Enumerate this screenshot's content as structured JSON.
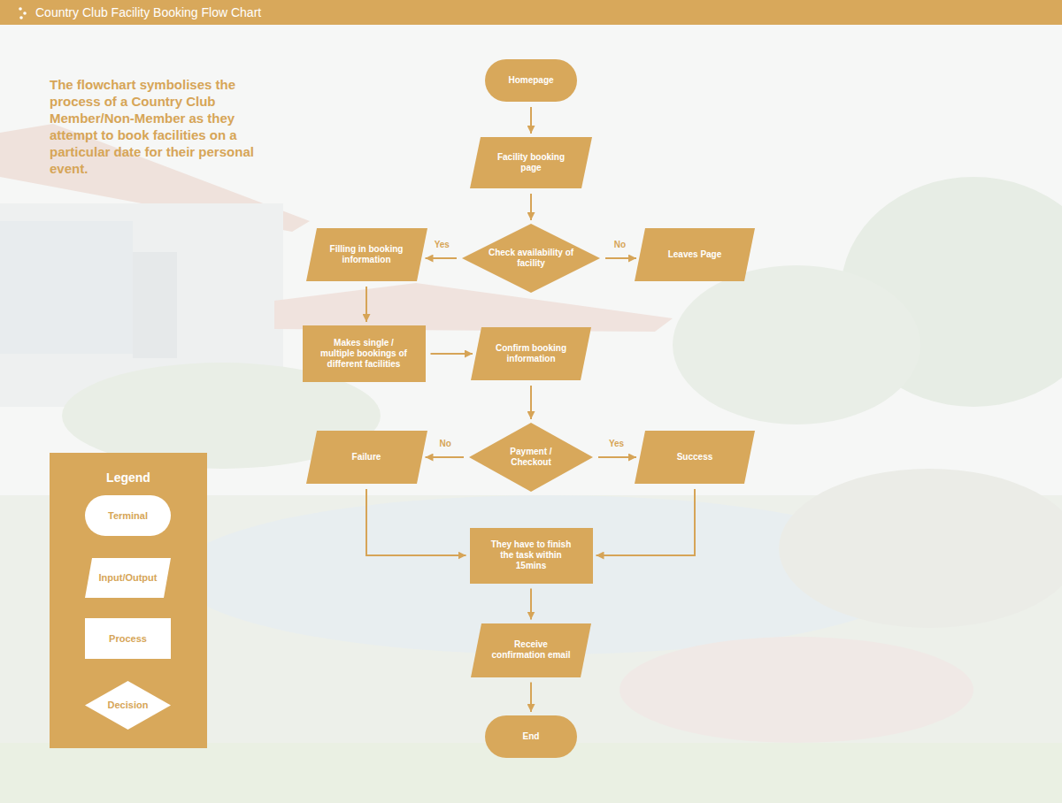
{
  "diagram": {
    "title": "Country Club Facility Booking Flow Chart",
    "nodes": [
      {
        "text": [
          "Homepage"
        ]
      },
      {
        "text": [
          "Facility booking page"
        ]
      },
      {
        "text": [
          "Check availability of facility"
        ]
      },
      {
        "text": [
          "Filling in booking information"
        ]
      },
      {
        "text": [
          "Leaves Page"
        ]
      },
      {
        "text": [
          "Makes single / multiple bookings of different facilities"
        ]
      },
      {
        "text": [
          "Confirm booking information"
        ]
      },
      {
        "text": [
          "Payment / Checkout"
        ]
      },
      {
        "text": [
          "Failure"
        ]
      },
      {
        "text": [
          "Success"
        ]
      },
      {
        "text": [
          "They have to finish the task within 15mins"
        ]
      },
      {
        "text": [
          "Receive confirmation email"
        ]
      },
      {
        "text": [
          "End"
        ]
      }
    ],
    "edges": [
      {
        "from": 0,
        "to": 1,
        "arrow": "to"
      },
      {
        "from": 1,
        "to": 2,
        "arrow": "to"
      },
      {
        "from": 2,
        "to": 3,
        "label": "Yes",
        "arrow": "to"
      },
      {
        "from": 2,
        "to": 4,
        "label": "No",
        "arrow": "to"
      },
      {
        "from": 3,
        "to": 5,
        "arrow": "to"
      },
      {
        "from": 5,
        "to": 6,
        "arrow": "to"
      },
      {
        "from": 6,
        "to": 7,
        "arrow": "to"
      },
      {
        "from": 7,
        "to": 8,
        "label": "No",
        "arrow": "to"
      },
      {
        "from": 7,
        "to": 9,
        "label": "Yes",
        "arrow": "to"
      },
      {
        "from": 8,
        "to": 10,
        "arrow": "to"
      },
      {
        "from": 9,
        "to": 10,
        "arrow": "to"
      },
      {
        "from": 10,
        "to": 11,
        "arrow": "to"
      },
      {
        "from": 11,
        "to": 12,
        "arrow": "to"
      }
    ],
    "labels": [
      "The flowchart symbolises the process of a Country Club Member/Non-Member as they attempt to book facilities on a particular date for their personal event.",
      "Legend"
    ],
    "legend": [
      {
        "text": "Terminal"
      },
      {
        "text": "Input/Output"
      },
      {
        "text": "Process"
      },
      {
        "text": "Decision"
      }
    ]
  }
}
